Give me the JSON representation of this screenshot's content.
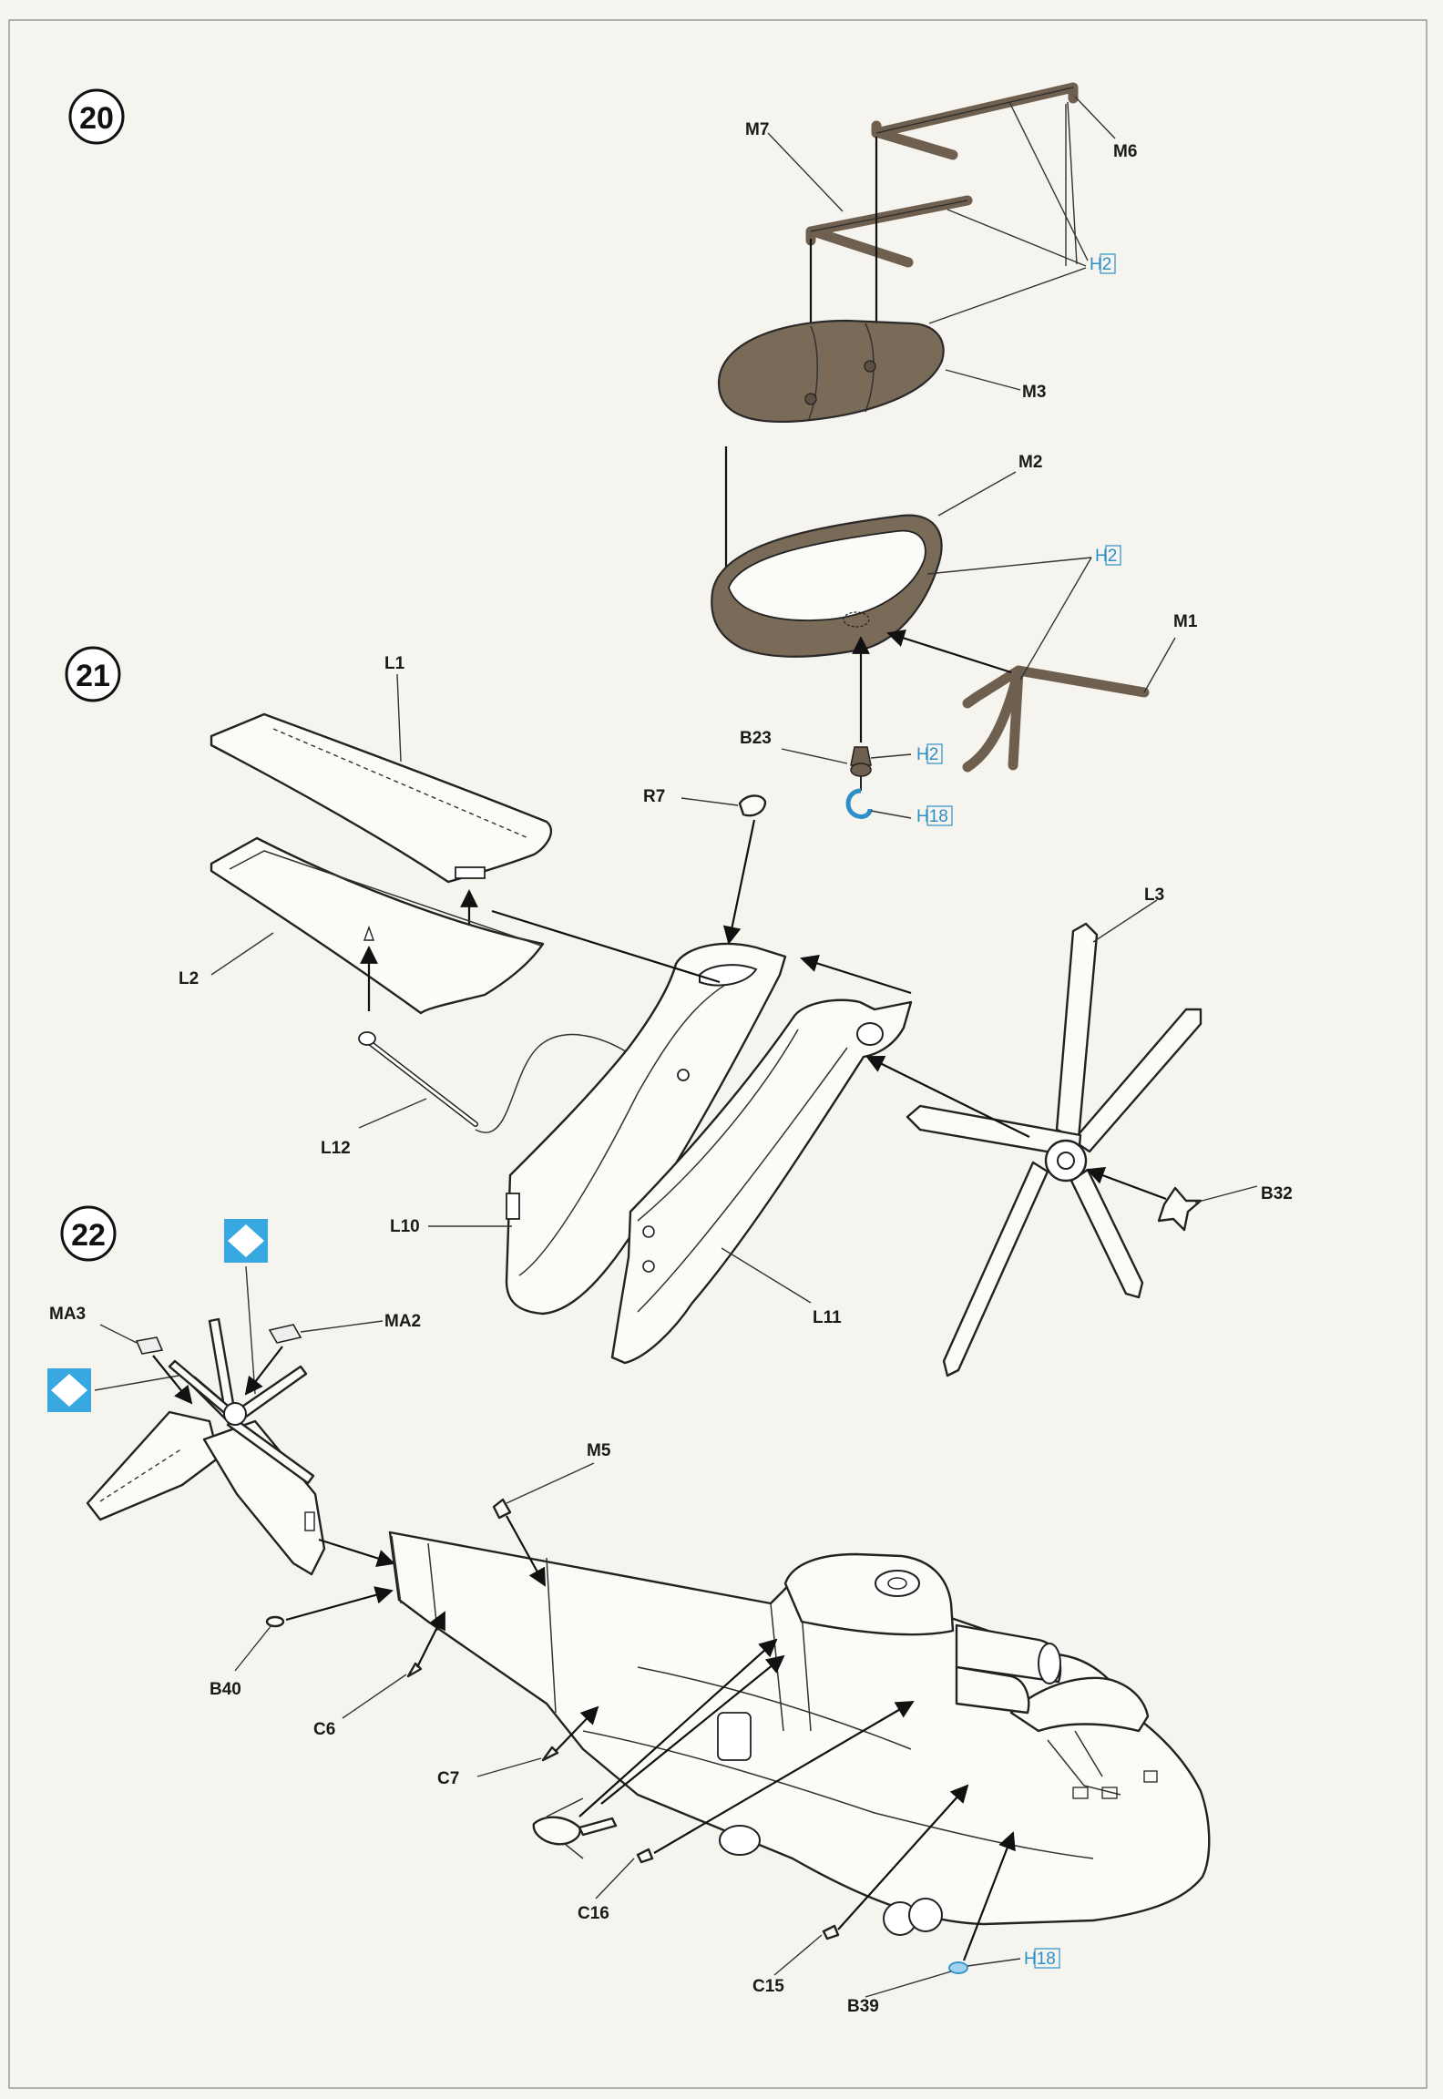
{
  "steps": [
    {
      "number": "20"
    },
    {
      "number": "21"
    },
    {
      "number": "22"
    }
  ],
  "step20": {
    "labels": {
      "m7": "M7",
      "m6": "M6",
      "m3": "M3",
      "m2": "M2",
      "m1": "M1",
      "b23": "B23"
    },
    "refs": {
      "h2a": "H2",
      "h2b": "H2",
      "h2c": "H2",
      "h18": "H18"
    }
  },
  "step21": {
    "labels": {
      "l1": "L1",
      "l2": "L2",
      "l3": "L3",
      "l10": "L10",
      "l11": "L11",
      "l12": "L12",
      "r7": "R7",
      "b32": "B32"
    }
  },
  "step22": {
    "labels": {
      "ma3": "MA3",
      "ma2": "MA2",
      "m5": "M5",
      "b40": "B40",
      "c6": "C6",
      "c7": "C7",
      "c16": "C16",
      "c15": "C15",
      "b39": "B39"
    },
    "refs": {
      "h18": "H18"
    }
  },
  "colors": {
    "paint": "#7a6a58",
    "reference_blue": "#2c8fc7",
    "diamond_blue": "#38a8e0"
  }
}
